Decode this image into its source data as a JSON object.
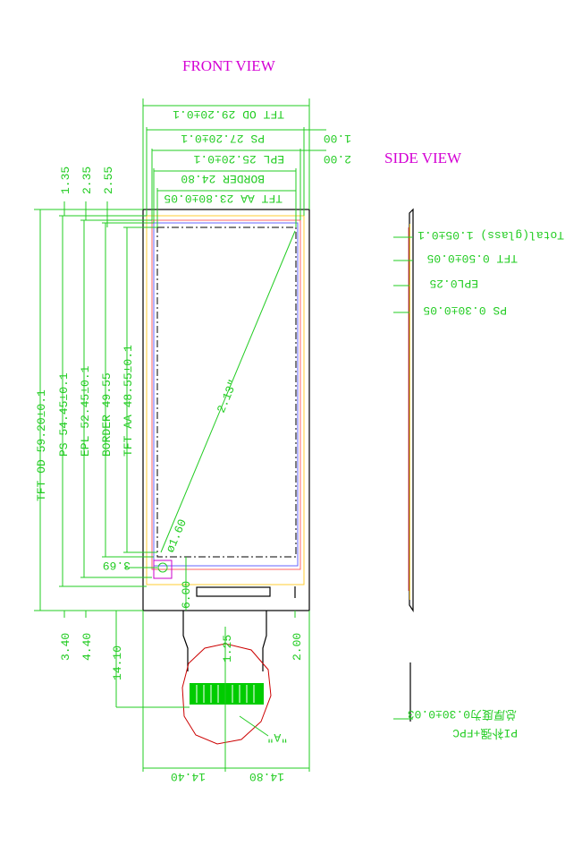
{
  "titles": {
    "front": "FRONT VIEW",
    "side": "SIDE VIEW"
  },
  "front_dims": {
    "tft_od_w": "TFT OD 29.20±0.1",
    "ps_w": "PS 27.20±0.1",
    "epl_w": "EPL 25.20±0.1",
    "border_w": "BORDER 24.80",
    "tft_aa_w": "TFT AA 23.80±0.05",
    "right_offset_1": "1.00",
    "right_offset_2": "2.00",
    "top_offset_1": "1.35",
    "top_offset_2": "2.35",
    "top_offset_3": "2.55",
    "tft_od_h": "TFT OD 59.20±0.1",
    "ps_h": "PS 54.45±0.1",
    "epl_h": "EPL 52.45±0.1",
    "border_h": "BORDER 49.55",
    "tft_aa_h": "TFT AA 48.55±0.1",
    "diagonal": "2.13\"",
    "hole": "ø1.60",
    "hole_offset": "3.69",
    "fpc_offset": "6.00",
    "bottom_left_1": "3.40",
    "bottom_left_2": "4.40",
    "fpc_length": "14.10",
    "fpc_width": "1.25",
    "fpc_right": "2.00",
    "bottom_left_w": "14.40",
    "bottom_right_w": "14.80",
    "detail_label": "\"A\""
  },
  "side_dims": {
    "total": "Total(glass) 1.05±0.1",
    "tft": "TFT 0.50±0.05",
    "epl": "EPL0.25",
    "ps": "PS 0.30±0.05",
    "fpc_total": "总厚度为0.30±0.03",
    "fpc_material": "PI补强+FPC"
  },
  "colors": {
    "dimension": "#22cc22",
    "title": "#d400d4",
    "outline": "#000000",
    "ps_layer": "#ffcc33",
    "epl_layer": "#ff6666",
    "border_layer": "#6666ff",
    "detail_circle": "#cc0000",
    "connector": "#00cc00"
  }
}
